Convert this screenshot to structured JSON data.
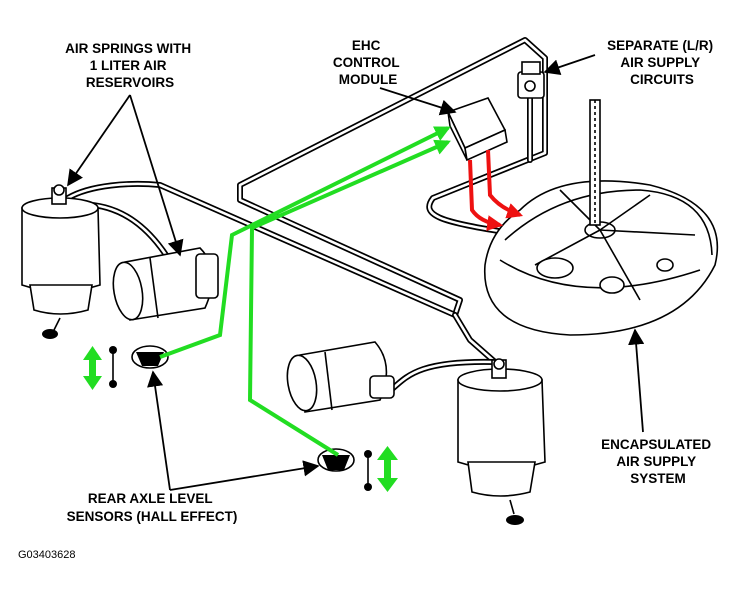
{
  "labels": {
    "air_springs": [
      "AIR SPRINGS WITH",
      "1 LITER AIR",
      "RESERVOIRS"
    ],
    "ehc_module": [
      "EHC",
      "CONTROL",
      "MODULE"
    ],
    "separate_circuits": [
      "SEPARATE (L/R)",
      "AIR SUPPLY",
      "CIRCUITS"
    ],
    "encapsulated": [
      "ENCAPSULATED",
      "AIR SUPPLY",
      "SYSTEM"
    ],
    "sensors": [
      "REAR AXLE LEVEL",
      "SENSORS (HALL EFFECT)"
    ],
    "figure_code": "G03403628"
  },
  "colors": {
    "signal_wire": "#22dd22",
    "power_wire": "#ee1111",
    "motion_arrow": "#22dd22",
    "line": "#000000"
  },
  "icons": [
    "air-spring-icon",
    "air-reservoir-icon",
    "ehc-module-icon",
    "solenoid-valve-icon",
    "air-supply-unit-icon",
    "level-sensor-icon",
    "motion-arrow-icon"
  ]
}
